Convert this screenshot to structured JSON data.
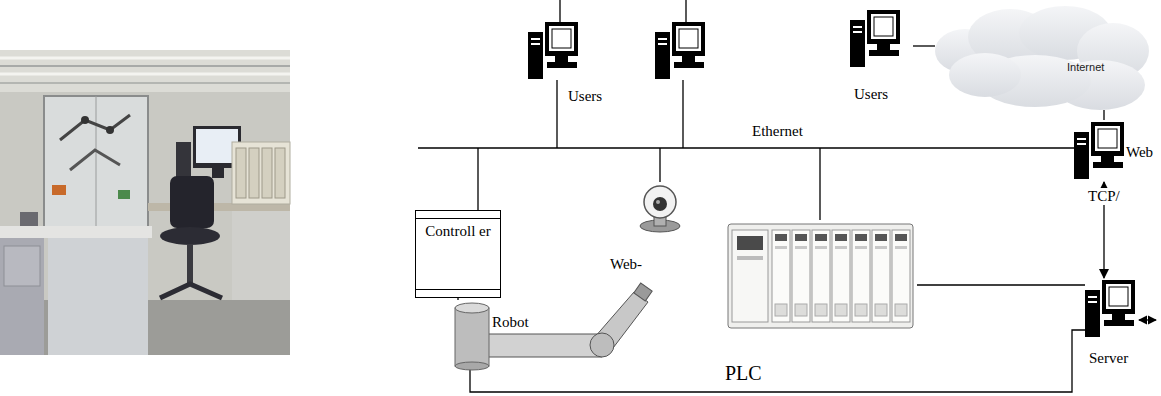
{
  "diagram": {
    "nodes": [
      {
        "text": [
          "Users"
        ]
      },
      {
        "text": [
          "Users"
        ]
      },
      {
        "text": [
          "Internet"
        ]
      },
      {
        "text": [
          "Web"
        ]
      },
      {
        "text": [
          "Controll er"
        ]
      },
      {
        "text": [
          "Robot"
        ]
      },
      {
        "text": [
          "PLC"
        ]
      },
      {
        "text": [
          "Server"
        ]
      }
    ],
    "edges": [
      {
        "from": 1,
        "to": 2,
        "arrow": "none"
      },
      {
        "from": 2,
        "to": 3,
        "arrow": "none"
      },
      {
        "from": 3,
        "to": 7,
        "arrow": "both",
        "label": "TCP/"
      },
      {
        "from": 6,
        "to": 7,
        "arrow": "none"
      },
      {
        "from": 4,
        "to": 5,
        "arrow": "none"
      },
      {
        "from": 5,
        "to": 7,
        "arrow": "none"
      }
    ],
    "labels": [
      "Ethernet",
      "Web-"
    ]
  }
}
